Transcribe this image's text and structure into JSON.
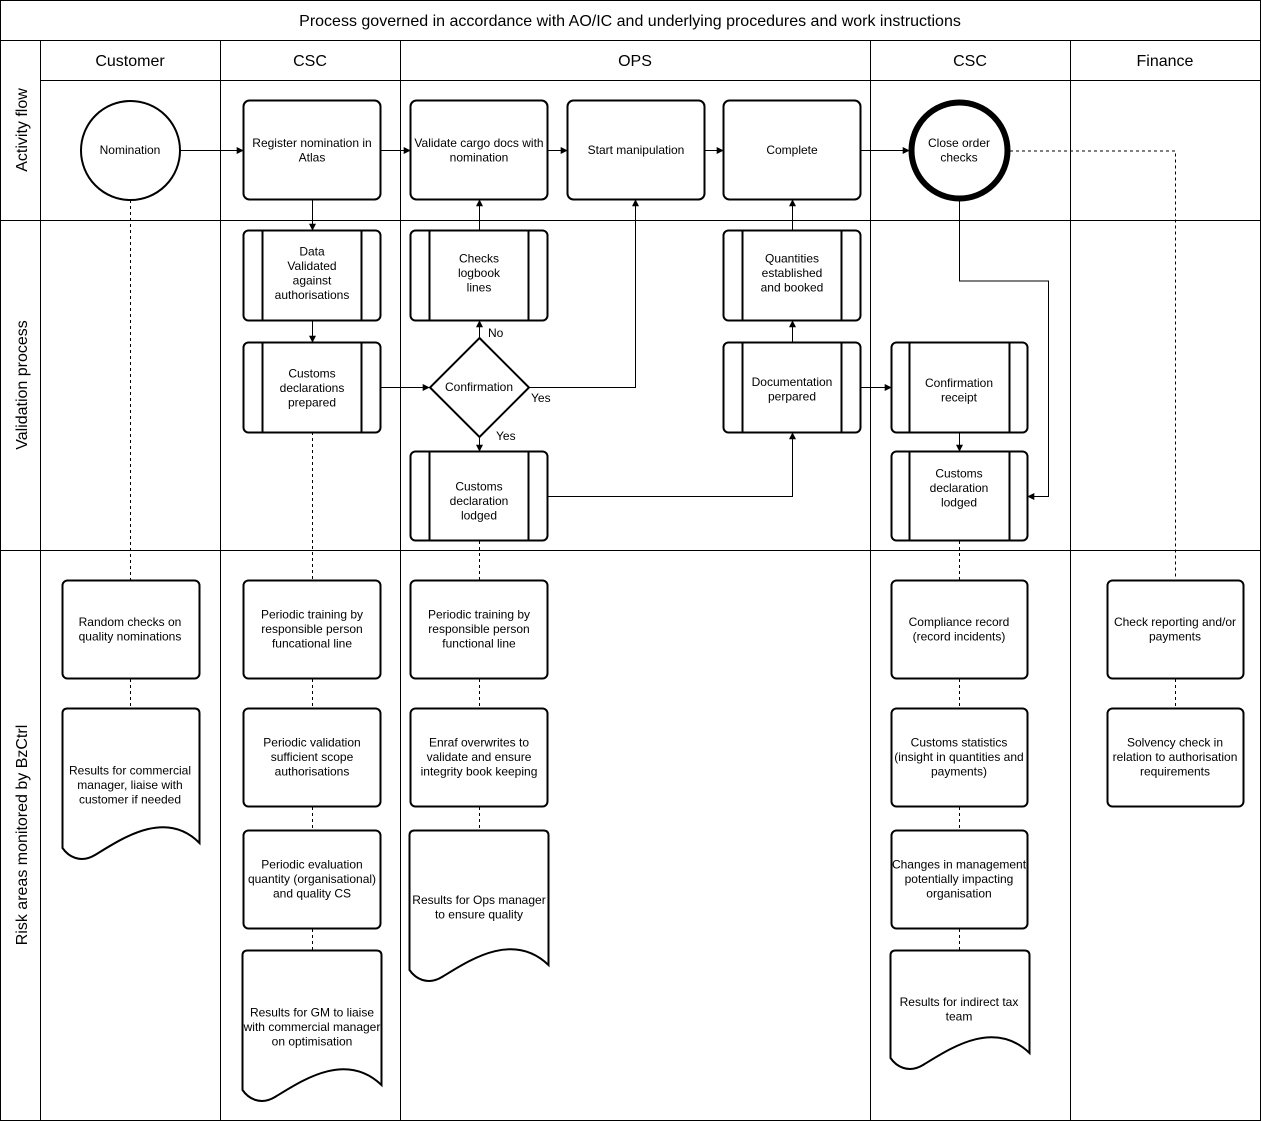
{
  "title": "Process governed in accordance with AO/IC and underlying procedures and work instructions",
  "lanes": {
    "customer": "Customer",
    "csc1": "CSC",
    "ops": "OPS",
    "csc2": "CSC",
    "finance": "Finance"
  },
  "rows": {
    "activity": "Activity flow",
    "validation": "Validation process",
    "risk": "Risk areas monitored by BzCtrl"
  },
  "nodes": {
    "nomination": [
      "Nomination"
    ],
    "register": [
      "Register nomination in",
      "Atlas"
    ],
    "validate_cargo": [
      "Validate cargo docs with",
      "nomination"
    ],
    "start_manip": [
      "Start manipulation"
    ],
    "complete": [
      "Complete"
    ],
    "close_order": [
      "Close order",
      "checks"
    ],
    "data_validated": [
      "Data",
      "Validated",
      "against",
      "authorisations"
    ],
    "customs_prepared": [
      "Customs",
      "declarations",
      "prepared"
    ],
    "checks_logbook": [
      "Checks",
      "logbook",
      "lines"
    ],
    "confirmation": [
      "Confirmation"
    ],
    "quantities": [
      "Quantities",
      "established",
      "and booked"
    ],
    "documentation": [
      "Documentation",
      "perpared"
    ],
    "customs_lodged_ops": [
      "Customs",
      "declaration",
      "lodged"
    ],
    "confirmation_receipt": [
      "Confirmation",
      "receipt"
    ],
    "customs_lodged_csc": [
      "Customs",
      "declaration",
      "lodged"
    ],
    "random_checks": [
      "Random checks on",
      "quality nominations"
    ],
    "results_commercial": [
      "Results for commercial",
      "manager, liaise with",
      "customer if needed"
    ],
    "training_csc": [
      "Periodic training by",
      "responsible person",
      "funcational line"
    ],
    "periodic_validation": [
      "Periodic validation",
      "sufficient scope",
      "authorisations"
    ],
    "periodic_evaluation": [
      "Periodic evaluation",
      "quantity (organisational)",
      "and quality CS"
    ],
    "results_gm": [
      "Results for GM to liaise",
      "with commercial manager",
      "on optimisation"
    ],
    "training_ops": [
      "Periodic training by",
      "responsible person",
      "functional line"
    ],
    "enraf": [
      "Enraf overwrites to",
      "validate and ensure",
      "integrity book keeping"
    ],
    "results_ops": [
      "Results for Ops manager",
      "to ensure quality"
    ],
    "compliance": [
      "Compliance record",
      "(record incidents)"
    ],
    "customs_stats": [
      "Customs statistics",
      "(insight in quantities and",
      "payments)"
    ],
    "changes_mgmt": [
      "Changes in management",
      "potentially impacting",
      "organisation"
    ],
    "results_tax": [
      "Results for indirect tax",
      "team"
    ],
    "check_reporting": [
      "Check reporting and/or",
      "payments"
    ],
    "solvency": [
      "Solvency check in",
      "relation to authorisation",
      "requirements"
    ]
  },
  "edge_labels": {
    "no": "No",
    "yes_right": "Yes",
    "yes_down": "Yes"
  }
}
